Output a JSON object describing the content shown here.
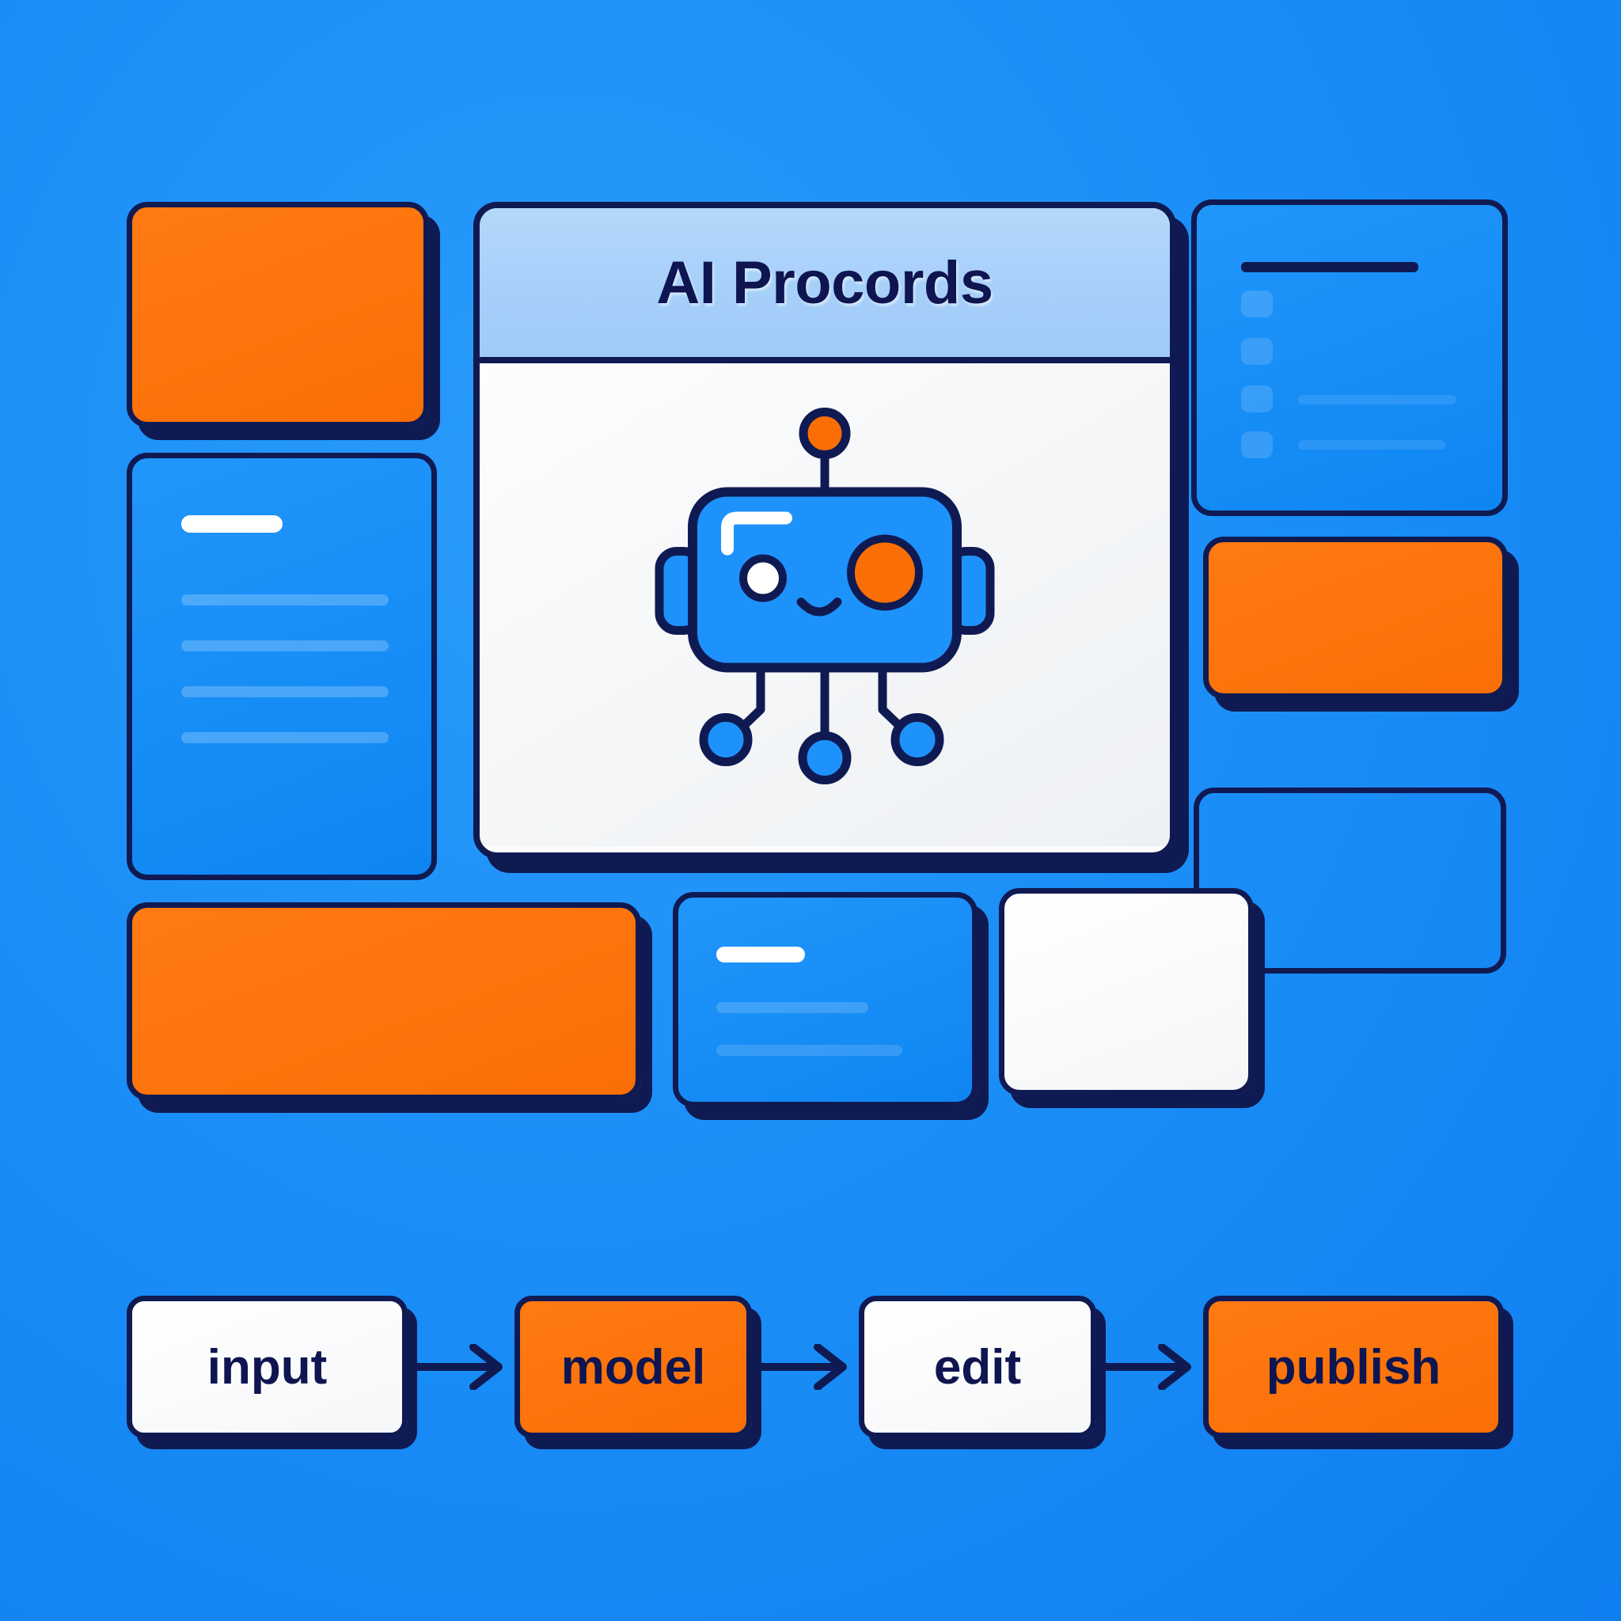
{
  "theme": {
    "background_blue": "#1b8ff7",
    "accent_orange": "#f96f05",
    "ink_navy": "#101a52",
    "panel_white": "#fbfcfd",
    "titlebar_blue": "#a6cff9"
  },
  "window": {
    "title": "AI Procords",
    "illustration": {
      "name": "ai-robot-mascot",
      "antenna_color": "#f96f05",
      "head_color": "#1e92fb",
      "left_eye_color": "#ffffff",
      "right_eye_color": "#f96f05",
      "outline_color": "#101a52",
      "leg_count": 3
    }
  },
  "left_column": {
    "cards": [
      {
        "name": "left-card-orange-top",
        "style": "orange",
        "content": "none"
      },
      {
        "name": "left-card-text-block",
        "style": "blue",
        "content": "title-and-lines",
        "line_count": 4
      },
      {
        "name": "left-card-orange-wide",
        "style": "orange",
        "content": "none"
      }
    ]
  },
  "right_column": {
    "cards": [
      {
        "name": "right-card-checklist",
        "style": "blue",
        "content": "dark-title-and-checkboxes",
        "item_count": 4
      },
      {
        "name": "right-card-orange",
        "style": "orange",
        "content": "none"
      },
      {
        "name": "right-card-outline",
        "style": "outline",
        "content": "none"
      }
    ]
  },
  "bottom_row": {
    "cards": [
      {
        "name": "bottom-card-blue-text",
        "style": "blue",
        "content": "title-and-lines",
        "line_count": 2
      },
      {
        "name": "bottom-card-white",
        "style": "white",
        "content": "none"
      }
    ]
  },
  "flow": {
    "name": "pipeline-flow",
    "arrow_glyph": "arrow-right-icon",
    "steps": [
      {
        "label": "input",
        "style": "white"
      },
      {
        "label": "model",
        "style": "orange"
      },
      {
        "label": "edit",
        "style": "white"
      },
      {
        "label": "publish",
        "style": "orange"
      }
    ]
  }
}
